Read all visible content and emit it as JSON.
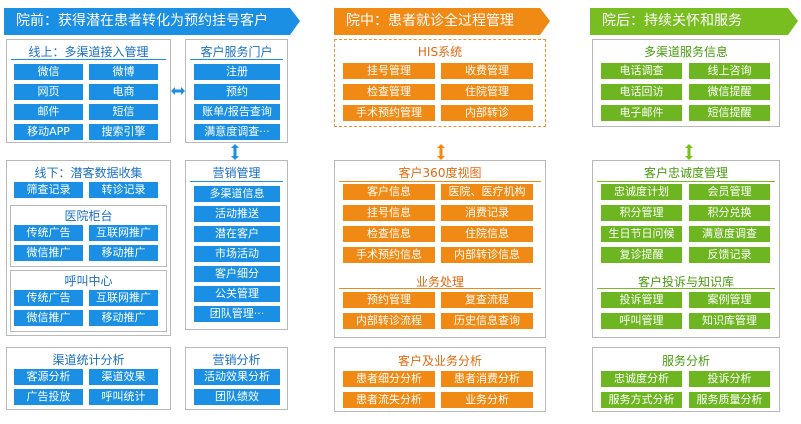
{
  "banners": {
    "pre": "院前：获得潜在患者转化为预约挂号客户",
    "in": "院中：患者就诊全过程管理",
    "post": "院后：持续关怀和服务"
  },
  "pre": {
    "online": {
      "title": "线上：多渠道接入管理",
      "items": [
        "微信",
        "微博",
        "网页",
        "电商",
        "邮件",
        "短信",
        "移动APP",
        "搜索引擎"
      ]
    },
    "portal": {
      "title": "客户服务门户",
      "items": [
        "注册",
        "预约",
        "账单/报告查询",
        "满意度调查···"
      ]
    },
    "offline": {
      "title": "线下：潜客数据收集",
      "items": [
        "筛查记录",
        "转诊记录"
      ]
    },
    "counter": {
      "title": "医院柜台",
      "items": [
        "传统广告",
        "互联网推广",
        "微信推广",
        "移动推广"
      ]
    },
    "callcenter": {
      "title": "呼叫中心",
      "items": [
        "传统广告",
        "互联网推广",
        "微信推广",
        "移动推广"
      ]
    },
    "marketing": {
      "title": "营销管理",
      "items": [
        "多渠道信息",
        "活动推送",
        "潜在客户",
        "市场活动",
        "客户细分",
        "公关管理",
        "团队管理···"
      ]
    },
    "channel_stats": {
      "title": "渠道统计分析",
      "items": [
        "客源分析",
        "渠道效果",
        "广告投放",
        "呼叫统计"
      ]
    },
    "marketing_analysis": {
      "title": "营销分析",
      "items": [
        "活动效果分析",
        "团队绩效"
      ]
    }
  },
  "in": {
    "his": {
      "title": "HIS系统",
      "items": [
        "挂号管理",
        "收费管理",
        "检查管理",
        "住院管理",
        "手术预约管理",
        "内部转诊"
      ]
    },
    "view360": {
      "title": "客户360度视图",
      "items": [
        "客户信息",
        "医院、医疗机构",
        "挂号信息",
        "消费记录",
        "检查信息",
        "住院信息",
        "手术预约信息",
        "内部转诊信息"
      ]
    },
    "business": {
      "title": "业务处理",
      "items": [
        "预约管理",
        "复查流程",
        "内部转诊流程",
        "历史信息查询"
      ]
    },
    "analysis": {
      "title": "客户及业务分析",
      "items": [
        "患者细分分析",
        "患者消费分析",
        "患者流失分析",
        "业务分析"
      ]
    }
  },
  "post": {
    "service_info": {
      "title": "多渠道服务信息",
      "items": [
        "电话调查",
        "线上咨询",
        "电话回访",
        "微信提醒",
        "电子邮件",
        "短信提醒"
      ]
    },
    "loyalty": {
      "title": "客户忠诚度管理",
      "items": [
        "忠诚度计划",
        "会员管理",
        "积分管理",
        "积分兑换",
        "生日节日问候",
        "满意度调查",
        "复诊提醒",
        "反馈记录"
      ]
    },
    "complaint": {
      "title": "客户投诉与知识库",
      "items": [
        "投诉管理",
        "案例管理",
        "呼叫管理",
        "知识库管理"
      ]
    },
    "service_analysis": {
      "title": "服务分析",
      "items": [
        "忠诚度分析",
        "投诉分析",
        "服务方式分析",
        "服务质量分析"
      ]
    }
  },
  "colors": {
    "blue": "#1a8fe3",
    "orange": "#f08a14",
    "green": "#78be20"
  }
}
